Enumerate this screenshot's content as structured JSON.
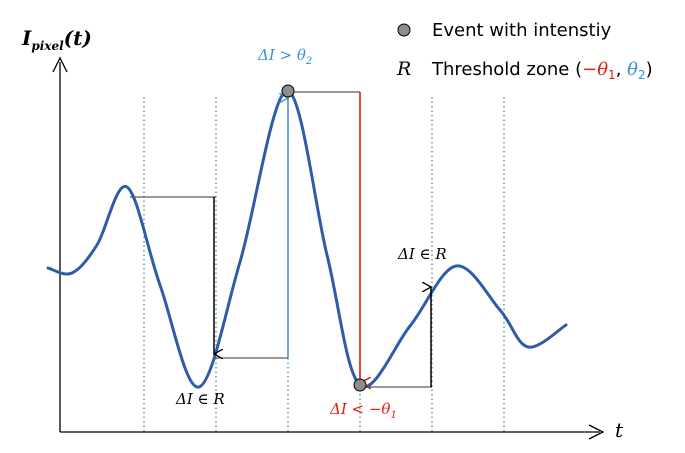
{
  "y_axis_label": {
    "main": "I",
    "subscript": "pixel",
    "suffix": "(t)"
  },
  "x_axis_label": "t",
  "legend": {
    "event_label": "Event with intenstiy",
    "threshold_symbol": "R",
    "threshold_text": "Threshold zone (",
    "neg_theta1": "−θ",
    "neg_theta1_sub": "1",
    "comma": ", ",
    "theta2": "θ",
    "theta2_sub": "2",
    "close_paren": ")"
  },
  "annotations": {
    "delta_gt_theta2": "ΔI > θ",
    "delta_gt_theta2_sub": "2",
    "delta_in_r_left": "ΔI ∈ R",
    "delta_in_r_right": "ΔI ∈ R",
    "delta_lt_neg_theta1": "ΔI < −θ",
    "delta_lt_neg_theta1_sub": "1"
  },
  "colors": {
    "curve": "#2f5ca6",
    "positive_event": "#3a8fd0",
    "negative_event": "#e8190e",
    "grid": "#2b7f76",
    "event_marker": "#8c8c8c"
  }
}
